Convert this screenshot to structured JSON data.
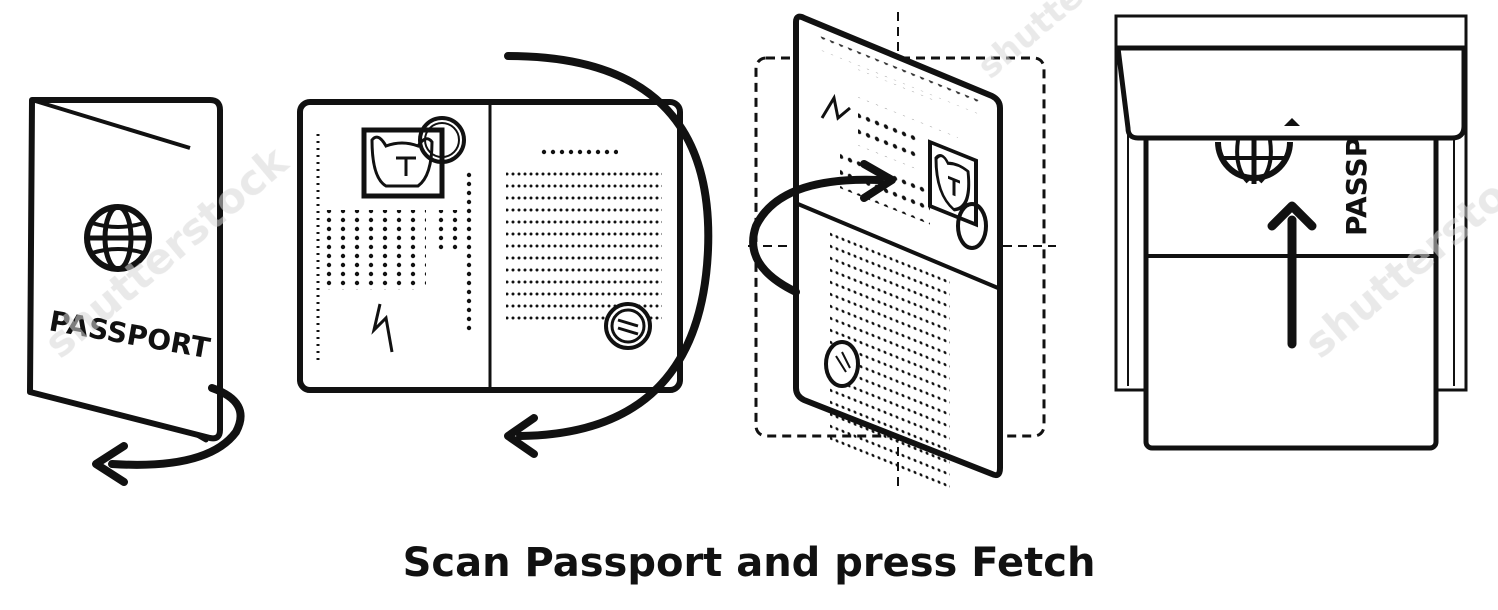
{
  "caption": "Scan Passport and press Fetch",
  "steps": [
    {
      "cover_label": "PASSPORT"
    },
    {},
    {},
    {
      "spine_label": "PASSP"
    }
  ],
  "watermark": "shutterstock",
  "colors": {
    "ink": "#111111",
    "background": "#ffffff",
    "watermark": "#d8d8d8"
  }
}
